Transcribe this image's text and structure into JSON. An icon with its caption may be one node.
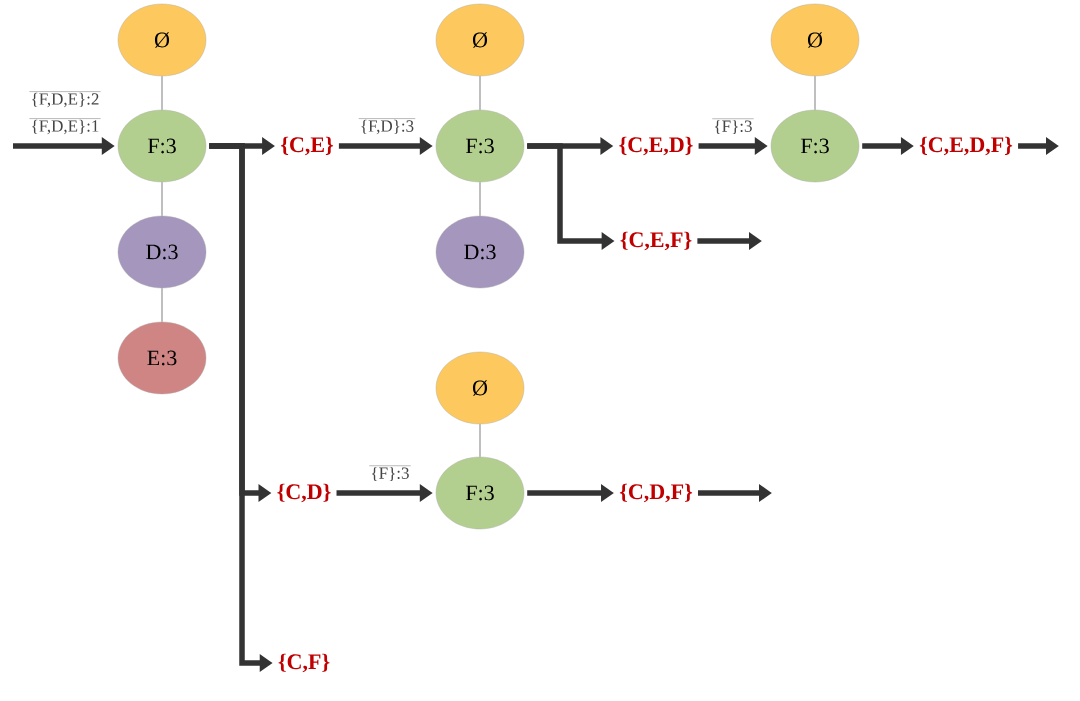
{
  "diagram": {
    "nodes": [
      {
        "text": [
          "Ø"
        ]
      },
      {
        "text": [
          "F:3"
        ]
      },
      {
        "text": [
          "D:3"
        ]
      },
      {
        "text": [
          "E:3"
        ]
      },
      {
        "text": [
          "{C,E}"
        ]
      },
      {
        "text": [
          "Ø"
        ]
      },
      {
        "text": [
          "F:3"
        ]
      },
      {
        "text": [
          "D:3"
        ]
      },
      {
        "text": [
          "{C,E,D}"
        ]
      },
      {
        "text": [
          "{C,E,F}"
        ]
      },
      {
        "text": [
          "Ø"
        ]
      },
      {
        "text": [
          "F:3"
        ]
      },
      {
        "text": [
          "{C,E,D,F}"
        ]
      },
      {
        "text": [
          "{C,D}"
        ]
      },
      {
        "text": [
          "Ø"
        ]
      },
      {
        "text": [
          "F:3"
        ]
      },
      {
        "text": [
          "{C,D,F}"
        ]
      },
      {
        "text": [
          "{C,F}"
        ]
      }
    ],
    "edges": [
      {
        "from": null,
        "to": 1,
        "arrow": "to",
        "label": "{F,D,E}:1"
      },
      {
        "from": 0,
        "to": 1,
        "arrow": "none",
        "color": "#808080"
      },
      {
        "from": 1,
        "to": 2,
        "arrow": "none",
        "color": "#808080"
      },
      {
        "from": 2,
        "to": 3,
        "arrow": "none",
        "color": "#808080"
      },
      {
        "from": 1,
        "to": 4,
        "arrow": "to"
      },
      {
        "from": 1,
        "to": 13,
        "arrow": "to"
      },
      {
        "from": 1,
        "to": 17,
        "arrow": "to"
      },
      {
        "from": 4,
        "to": 6,
        "arrow": "to",
        "label": "{F,D}:3"
      },
      {
        "from": 5,
        "to": 6,
        "arrow": "none",
        "color": "#808080"
      },
      {
        "from": 6,
        "to": 7,
        "arrow": "none",
        "color": "#808080"
      },
      {
        "from": 6,
        "to": 8,
        "arrow": "to"
      },
      {
        "from": 6,
        "to": 9,
        "arrow": "to"
      },
      {
        "from": 8,
        "to": 11,
        "arrow": "to",
        "label": "{F}:3"
      },
      {
        "from": 10,
        "to": 11,
        "arrow": "none",
        "color": "#808080"
      },
      {
        "from": 11,
        "to": 12,
        "arrow": "to"
      },
      {
        "from": 12,
        "to": null,
        "arrow": "to"
      },
      {
        "from": 9,
        "to": null,
        "arrow": "to"
      },
      {
        "from": 13,
        "to": 15,
        "arrow": "to",
        "label": "{F}:3"
      },
      {
        "from": 14,
        "to": 15,
        "arrow": "none",
        "color": "#808080"
      },
      {
        "from": 15,
        "to": 16,
        "arrow": "to"
      },
      {
        "from": 16,
        "to": null,
        "arrow": "to"
      }
    ],
    "labels": [
      "{F,D,E}:2"
    ]
  }
}
